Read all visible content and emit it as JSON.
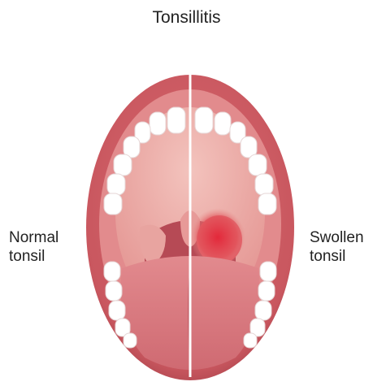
{
  "title": "Tonsillitis",
  "left_label": {
    "line1": "Normal",
    "line2": "tonsil"
  },
  "right_label": {
    "line1": "Swollen",
    "line2": "tonsil"
  },
  "colors": {
    "lip": "#c9575f",
    "lip_dark": "#a8424b",
    "gum": "#e28b8d",
    "palate": "#e9a2a0",
    "palate_swollen": "#e7928f",
    "throat": "#b64a55",
    "tongue": "#d9737a",
    "tooth": "#ffffff",
    "divider": "#ffffff",
    "inflamed": "#d62c3a"
  }
}
